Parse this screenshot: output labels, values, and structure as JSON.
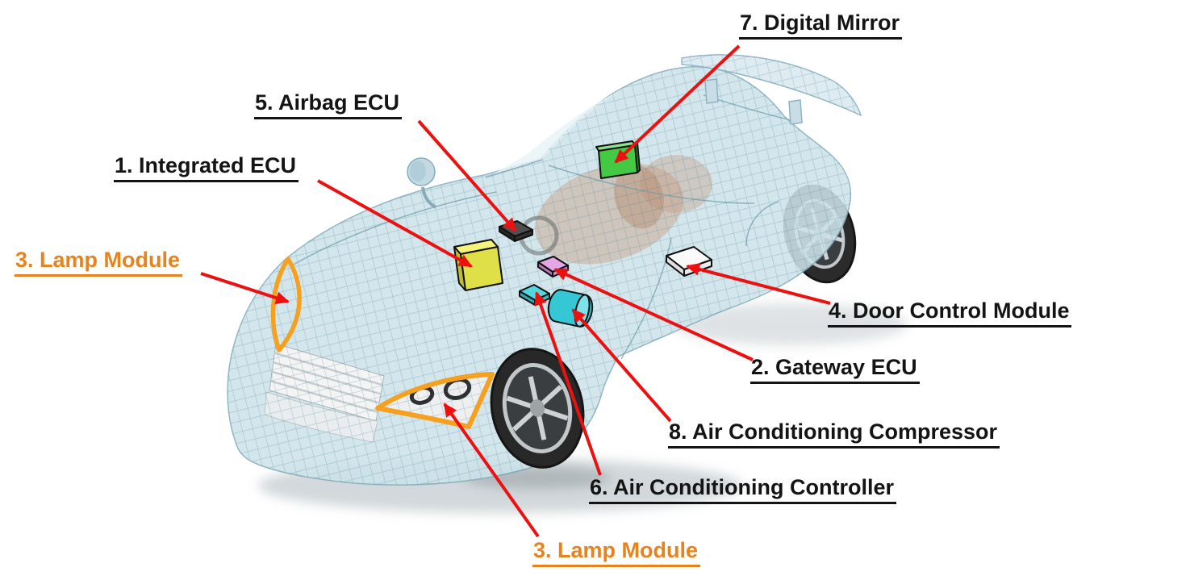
{
  "page": {
    "background": "#FFFFFF",
    "description": "Wireframe concept sports car shown in front-left three-quarter view with numbered in-vehicle ECU component callouts"
  },
  "colors": {
    "label_text": "#141414",
    "lamp_label_text": "#E8821D",
    "arrow_red": "#EC1111",
    "lamp_outline_orange": "#F5A01E",
    "car_body_tint": "#CDE3EA"
  },
  "labels": {
    "integrated_ecu": "1. Integrated ECU",
    "gateway_ecu": "2. Gateway ECU",
    "lamp_module_front": "3. Lamp Module",
    "lamp_module_headlight": "3. Lamp Module",
    "door_control_module": "4. Door Control Module",
    "airbag_ecu": "5. Airbag ECU",
    "ac_controller": "6. Air Conditioning Controller",
    "digital_mirror": "7. Digital Mirror",
    "ac_compressor": "8. Air Conditioning Compressor"
  },
  "components": {
    "integrated_ecu_box": {
      "label": "Integrated ECU",
      "color": "#DFDF48"
    },
    "airbag_ecu_box": {
      "label": "Airbag ECU",
      "color": "#4E4E4E"
    },
    "gateway_ecu_box": {
      "label": "Gateway ECU",
      "color": "#E6A6E6"
    },
    "ac_controller_box": {
      "label": "Air Conditioning Controller",
      "color": "#52D7DE"
    },
    "ac_compressor_cylinder": {
      "label": "Air Conditioning Compressor",
      "color": "#35C7D4"
    },
    "digital_mirror_panel": {
      "label": "Digital Mirror",
      "color": "#44C944"
    },
    "door_control_box": {
      "label": "Door Control Module",
      "color": "#FAFAFA"
    },
    "lamp_outline_front": {
      "label": "Lamp Module (front fender)",
      "color": "#F5A01E"
    },
    "lamp_outline_headlight": {
      "label": "Lamp Module (headlight)",
      "color": "#F5A01E"
    }
  }
}
